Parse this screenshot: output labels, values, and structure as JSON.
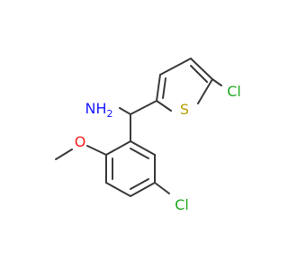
{
  "molecule": {
    "atoms": {
      "amine": {
        "text": "NH",
        "subscript": "2",
        "color": "#1a1aff"
      },
      "thiophene_sulfur": {
        "text": "S",
        "color": "#b8a000"
      },
      "thiophene_chlorine": {
        "text": "Cl",
        "color": "#1fa81f"
      },
      "ether_oxygen": {
        "text": "O",
        "color": "#ff1a1a"
      },
      "aryl_chlorine": {
        "text": "Cl",
        "color": "#1fa81f"
      }
    },
    "bond_color": "#3a3a3a"
  }
}
